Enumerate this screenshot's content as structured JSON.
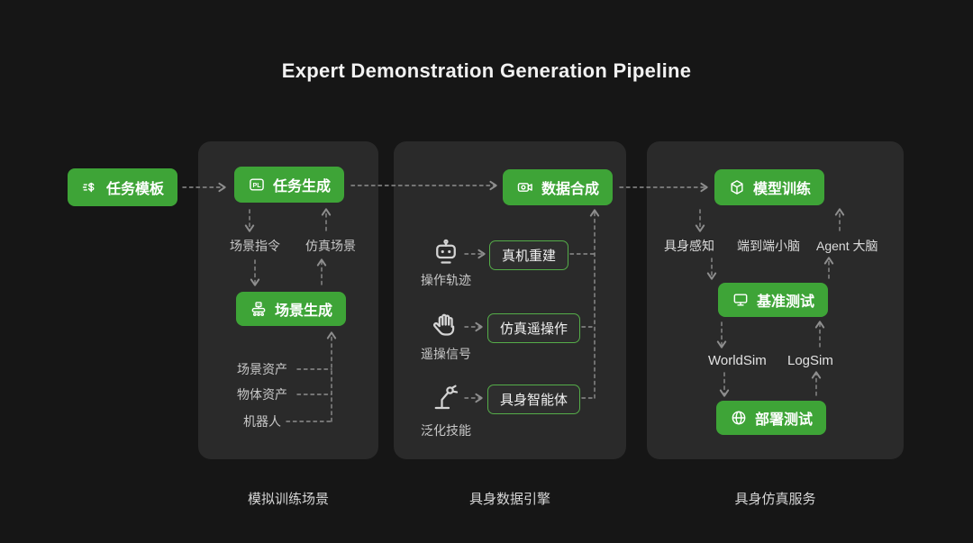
{
  "title": "Expert Demonstration Generation Pipeline",
  "source": {
    "label": "任务模板"
  },
  "panel1": {
    "caption": "模拟训练场景",
    "task_gen": "任务生成",
    "pl_badge": "PL",
    "scene_cmd": "场景指令",
    "sim_scene": "仿真场景",
    "scene_gen": "场景生成",
    "assets": [
      "场景资产",
      "物体资产",
      "机器人"
    ]
  },
  "panel2": {
    "caption": "具身数据引擎",
    "data_syn": "数据合成",
    "rows": [
      {
        "label": "操作轨迹",
        "box": "真机重建"
      },
      {
        "label": "遥操信号",
        "box": "仿真遥操作"
      },
      {
        "label": "泛化技能",
        "box": "具身智能体"
      }
    ]
  },
  "panel3": {
    "caption": "具身仿真服务",
    "model_train": "模型训练",
    "brain_row": [
      "具身感知",
      "端到端小脑",
      "Agent 大脑"
    ],
    "benchmark": "基准测试",
    "sim_row": [
      "WorldSim",
      "LogSim"
    ],
    "deploy": "部署测试"
  },
  "colors": {
    "green": "#3ea437",
    "panel": "#2a2a2a",
    "background": "#161616",
    "arrow": "#8e8e8e",
    "box_border": "#55ad49"
  }
}
